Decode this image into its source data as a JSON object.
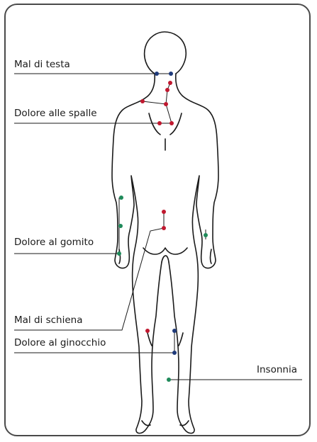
{
  "labels": {
    "headache": "Mal di testa",
    "shoulder_pain": "Dolore alle spalle",
    "elbow_pain": "Dolore al gomito",
    "back_pain": "Mal di schiena",
    "knee_pain": "Dolore al ginocchio",
    "insomnia": "Insonnia"
  },
  "colors": {
    "outline": "#1a1a1a",
    "frame": "#4a4a4a",
    "blue_point": "#1f3a7a",
    "red_point": "#c0182f",
    "green_point": "#1f8a5a"
  }
}
